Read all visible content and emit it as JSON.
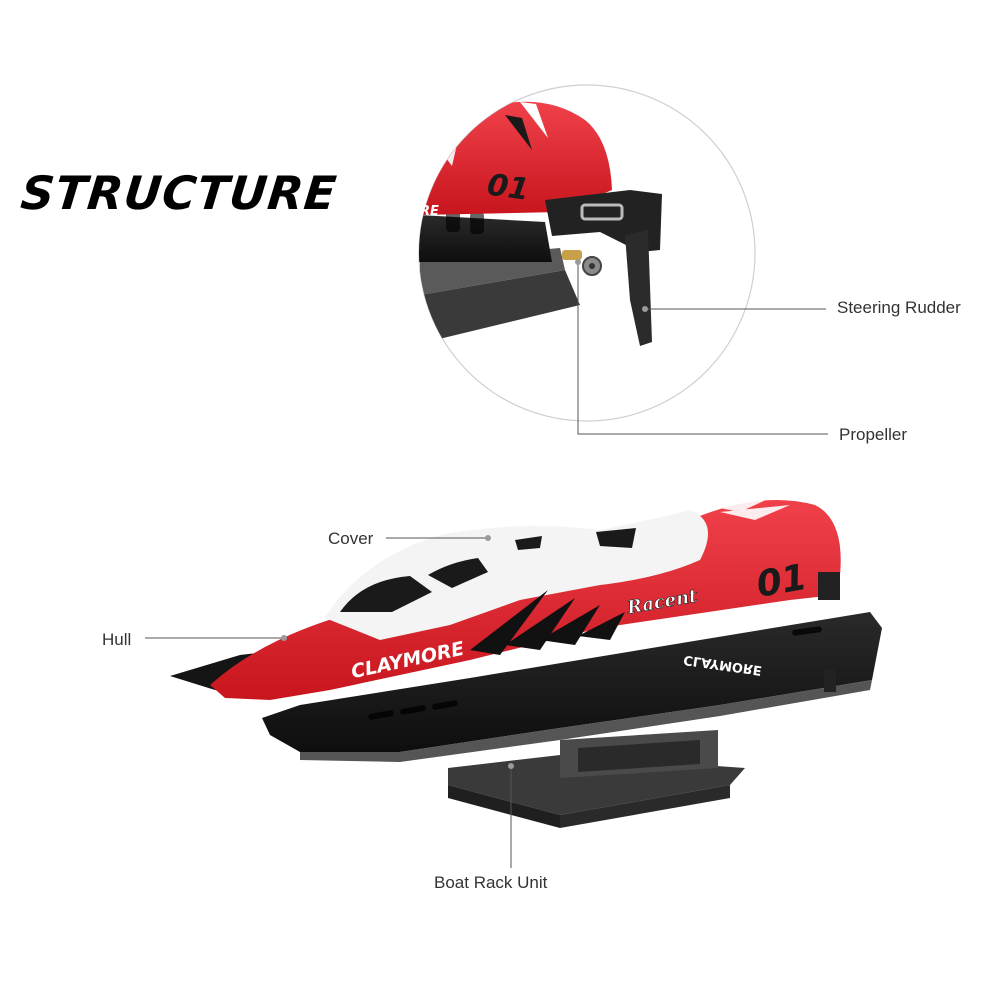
{
  "title": "STRUCTURE",
  "labels": {
    "steering_rudder": "Steering Rudder",
    "propeller": "Propeller",
    "cover": "Cover",
    "hull": "Hull",
    "boat_rack_unit": "Boat Rack Unit"
  },
  "boat_markings": {
    "number": "01",
    "brand_side": "CLAYMORE",
    "brand_logo": "Racent",
    "brand_rear": "CLAYMORE",
    "brand_zoom": "RE"
  },
  "colors": {
    "hull_red": "#e3202a",
    "cover_white": "#f4f4f4",
    "deck_black": "#1c1c1c",
    "rack_gray": "#4a4a4a",
    "leader_line": "#555555"
  }
}
